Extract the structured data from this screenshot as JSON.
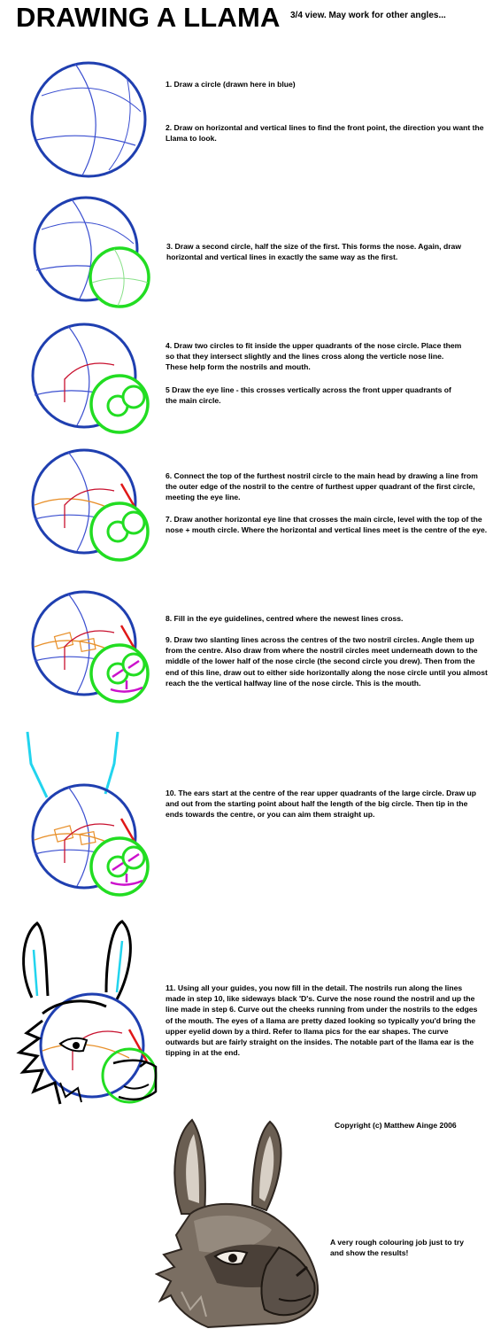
{
  "header": {
    "title": "DRAWING A LLAMA",
    "subtitle": "3/4 view.  May work for other angles..."
  },
  "steps": [
    {
      "text": "1. Draw a circle (drawn here in blue)"
    },
    {
      "text": "2. Draw on horizontal and vertical lines to find the front point, the direction you want the Llama to look."
    },
    {
      "text": "3. Draw a second circle, half the size of the first.  This forms the nose. Again, draw horizontal and vertical lines in exactly the same way as the first."
    },
    {
      "text": "4. Draw two circles to fit inside the upper quadrants of the nose circle. Place them so that they intersect slightly and the lines cross along the verticle nose line.  These help form the nostrils and mouth."
    },
    {
      "text": "5  Draw the eye line - this crosses vertically across the front upper quadrants of the main circle."
    },
    {
      "text": "6. Connect the top of the furthest nostril circle to the main head by drawing a line from the outer edge of the nostril to the centre of furthest upper quadrant of the first circle, meeting the eye line."
    },
    {
      "text": "7. Draw another horizontal eye line that crosses the main circle, level with the top of the nose + mouth circle.  Where the horizontal and vertical lines meet is the centre of the eye."
    },
    {
      "text": "8. Fill in the eye guidelines, centred where the newest lines cross."
    },
    {
      "text": "9. Draw two slanting lines across the centres of the two nostril circles. Angle them up from the centre.  Also draw from where the nostril circles meet underneath down to the middle of the lower half of the nose circle (the second circle you drew).  Then from the end of this line, draw out to either side horizontally along the nose circle until you almost reach the the vertical halfway line of the nose circle.  This is the mouth."
    },
    {
      "text": "10. The ears start at the centre of the rear upper quadrants of the large circle. Draw up and out from the starting point about half the length of the big circle.  Then tip in the ends towards the centre, or you can aim them straight up."
    },
    {
      "text": "11. Using all your guides, you now fill in the detail.  The nostrils run along the lines made in step 10, like sideways black 'D's.  Curve the nose round the nostril and up the line made in step 6.  Curve out the cheeks running from under the  nostrils to the edges of the mouth.  The eyes of a llama are pretty dazed looking so typically you'd bring the upper eyelid down by a third.  Refer to llama pics for the ear shapes.  The curve outwards but are fairly straight on the insides.  The notable part of the llama ear is the tipping in at the end."
    }
  ],
  "footer": {
    "copyright": "Copyright (c) Matthew Ainge 2006",
    "result_note": "A very rough colouring job just to try and show the results!"
  },
  "colors": {
    "main_circle": "#1f3fb0",
    "guide_lines": "#3b4fd0",
    "nose_circle": "#22dd22",
    "nose_guides": "#88e088",
    "eye_line": "#c8102e",
    "orange_guides": "#e8902a",
    "mouth": "#cc11cc",
    "ears": "#22d4ee",
    "fur_dark": "#4a4038",
    "fur_mid": "#7a6e62"
  }
}
